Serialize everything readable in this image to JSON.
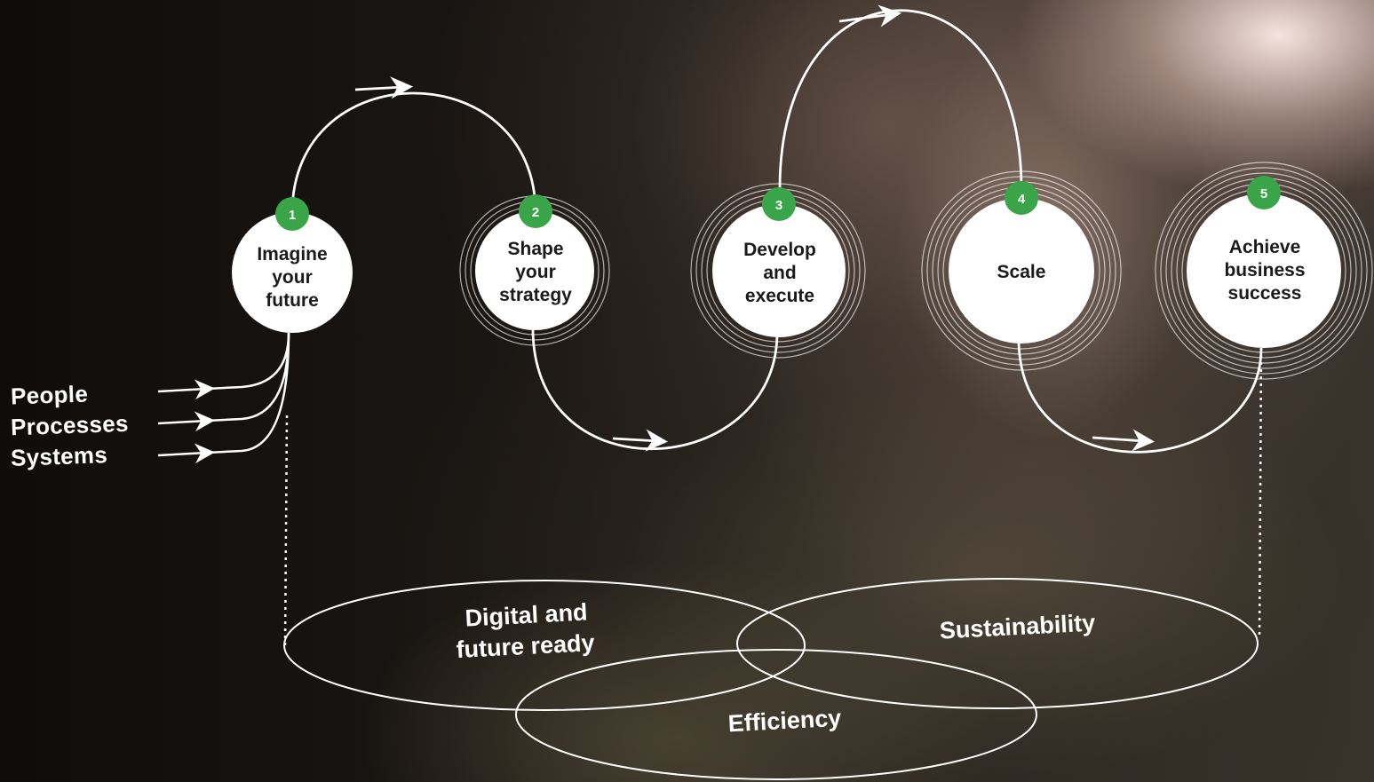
{
  "inputs": [
    "People",
    "Processes",
    "Systems"
  ],
  "steps": [
    {
      "number": "1",
      "lines": [
        "Imagine",
        "your",
        "future"
      ]
    },
    {
      "number": "2",
      "lines": [
        "Shape",
        "your",
        "strategy"
      ]
    },
    {
      "number": "3",
      "lines": [
        "Develop",
        "and",
        "execute"
      ]
    },
    {
      "number": "4",
      "lines": [
        "Scale"
      ]
    },
    {
      "number": "5",
      "lines": [
        "Achieve",
        "business",
        "success"
      ]
    }
  ],
  "venn": {
    "digital": [
      "Digital and",
      "future ready"
    ],
    "sustainability": "Sustainability",
    "efficiency": "Efficiency"
  },
  "colors": {
    "accent": "#3aa548",
    "line": "#ffffff",
    "node": "#ffffff"
  }
}
